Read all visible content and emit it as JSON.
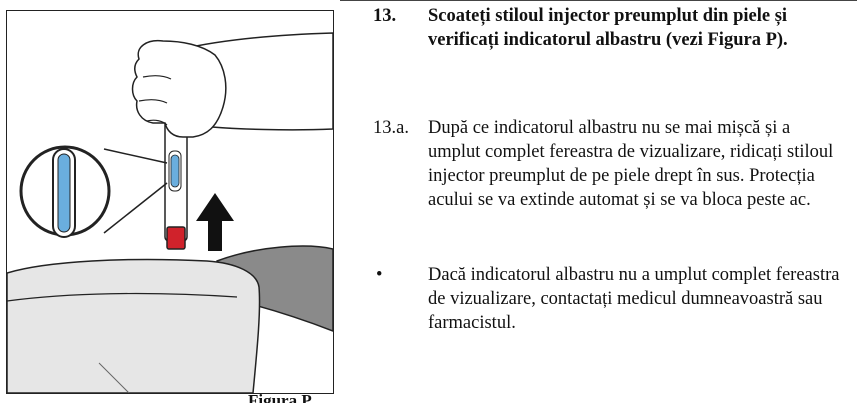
{
  "step": {
    "number": "13.",
    "title": "Scoateți stiloul injector preumplut din piele și verificați indicatorul albastru (vezi Figura P)."
  },
  "substep": {
    "number": "13.a.",
    "text": "După ce indicatorul albastru nu se mai mișcă și a umplut complet fereastra de vizualizare, ridicați stiloul injector preumplut de pe piele drept în sus. Protecția acului se va extinde automat și se va bloca peste ac."
  },
  "bullet": {
    "marker": "•",
    "text": "Dacă indicatorul albastru nu a umplut complet fereastra de vizualizare, contactați medicul dumneavoastră sau farmacistul."
  },
  "figure": {
    "caption": "Figura P"
  },
  "colors": {
    "indicator_blue": "#6aaede",
    "cap_red": "#d0222b",
    "skin_gray": "#e6e6e6",
    "cloth_gray": "#8a8a8a"
  }
}
